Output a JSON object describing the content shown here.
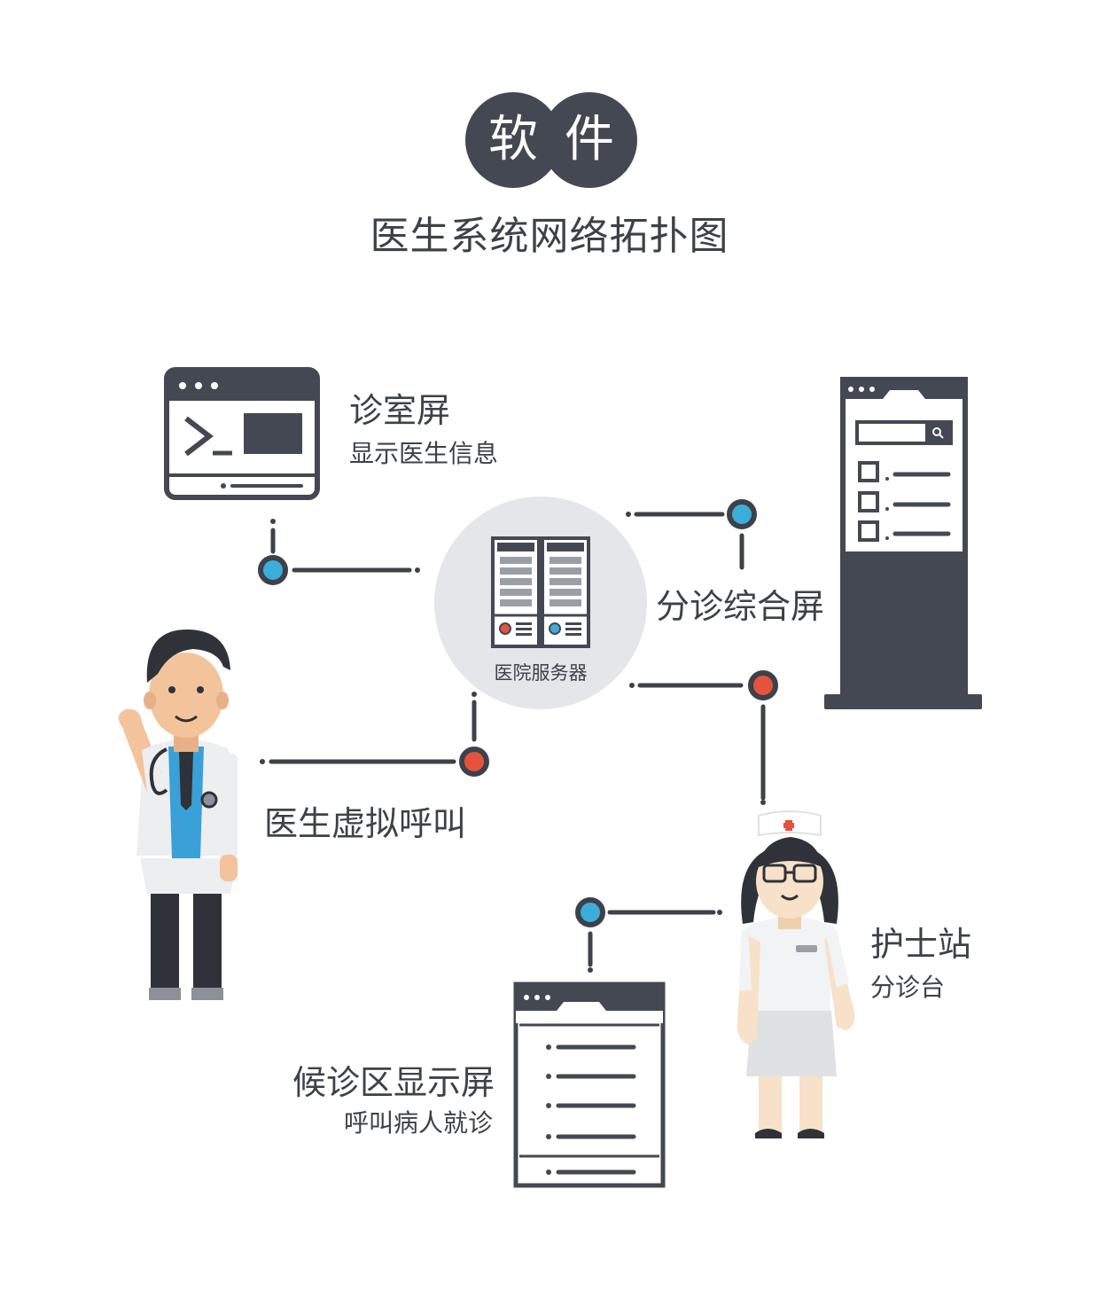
{
  "header": {
    "badge_chars": [
      "软",
      "件"
    ],
    "subtitle": "医生系统网络拓扑图"
  },
  "nodes": {
    "server": {
      "label": "医院服务器",
      "icon": "server-rack-icon"
    },
    "clinic_screen": {
      "title": "诊室屏",
      "subtitle": "显示医生信息",
      "icon": "terminal-window-icon"
    },
    "triage_screen": {
      "title": "分诊综合屏",
      "icon": "kiosk-screen-icon"
    },
    "doctor": {
      "title": "医生虚拟呼叫",
      "icon": "doctor-icon"
    },
    "nurse_station": {
      "title": "护士站",
      "subtitle": "分诊台",
      "icon": "nurse-icon"
    },
    "waiting_screen": {
      "title": "候诊区显示屏",
      "subtitle": "呼叫病人就诊",
      "icon": "list-window-icon"
    }
  },
  "colors": {
    "dark": "#444852",
    "line": "#3d4149",
    "node_blue": "#3aaed8",
    "node_red": "#e5533d",
    "server_circle": "#e4e6ea",
    "white": "#ffffff"
  }
}
